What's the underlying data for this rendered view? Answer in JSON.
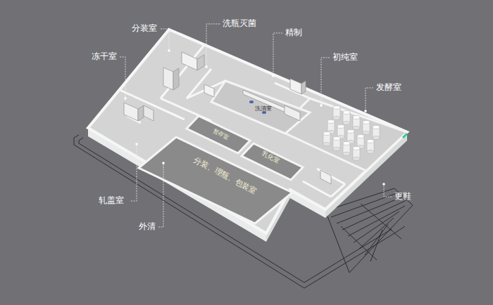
{
  "diagram": {
    "labels": [
      "分装室",
      "洗瓶灭菌",
      "精制",
      "冻干室",
      "初纯室",
      "发酵室",
      "洗消室",
      "暂存室",
      "乳化室",
      "分装、理瓶、包装室",
      "轧盖室",
      "更鞋",
      "外清"
    ]
  }
}
